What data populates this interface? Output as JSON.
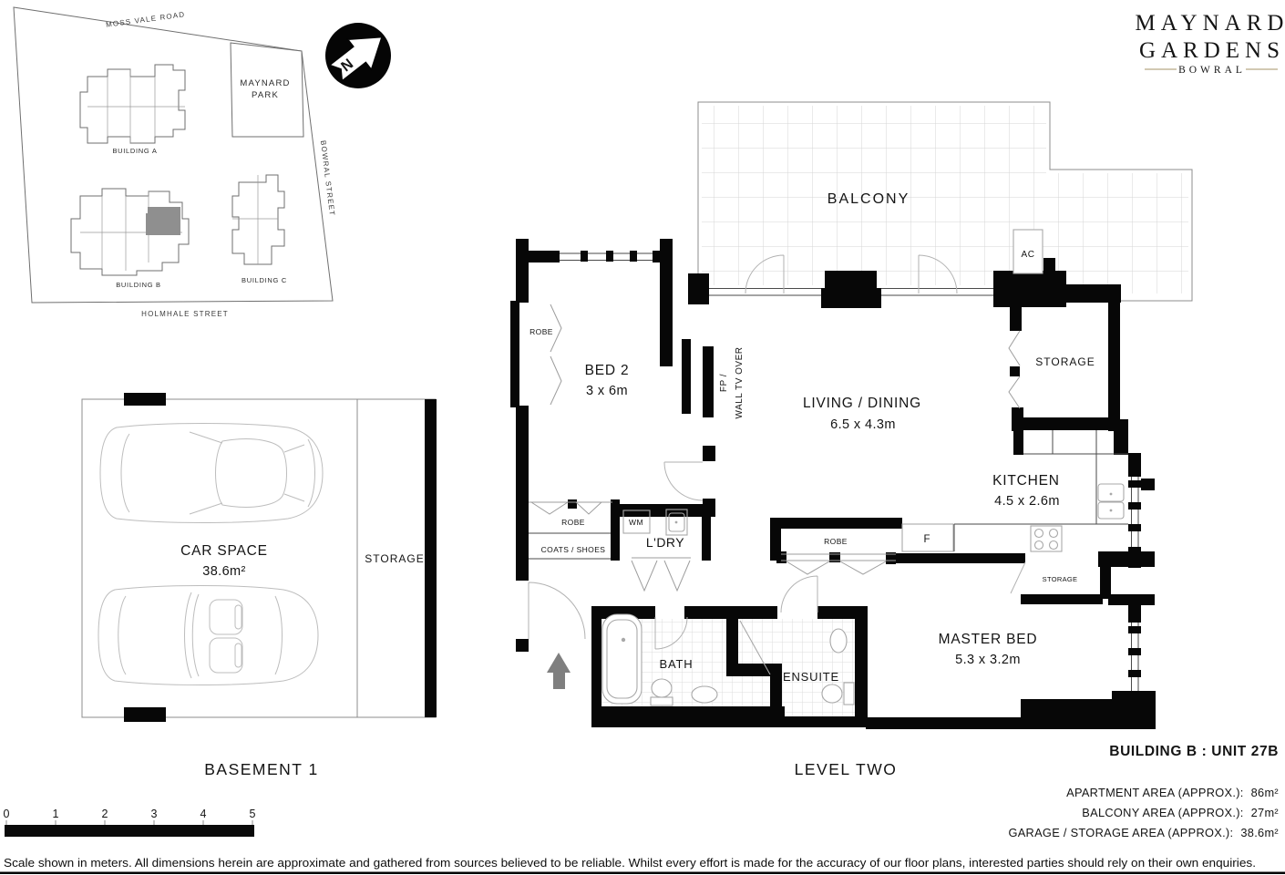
{
  "colors": {
    "wall": "#070707",
    "logo_gold": "#a49367",
    "unit_highlight": "#8f8f8f",
    "entry_arrow": "#7f7f7f"
  },
  "logo": {
    "name_line1": "MAYNARD",
    "name_line2": "GARDENS",
    "subtitle": "BOWRAL"
  },
  "north_arrow": {
    "label": "N"
  },
  "site_map": {
    "street_top": "MOSS VALE ROAD",
    "street_right": "BOWRAL STREET",
    "street_bottom": "HOLMHALE STREET",
    "park_line1": "MAYNARD",
    "park_line2": "PARK",
    "building_a": "BUILDING A",
    "building_b": "BUILDING B",
    "building_c": "BUILDING C"
  },
  "floor_plan": {
    "title": "LEVEL TWO",
    "balcony": "BALCONY",
    "ac": "AC",
    "bed2_name": "BED 2",
    "bed2_dims": "3 x 6m",
    "living_name": "LIVING / DINING",
    "living_dims": "6.5 x 4.3m",
    "kitchen_name": "KITCHEN",
    "kitchen_dims": "4.5 x 2.6m",
    "master_name": "MASTER BED",
    "master_dims": "5.3 x 3.2m",
    "bath": "BATH",
    "ensuite": "ENSUITE",
    "laundry": "L'DRY",
    "robe": "ROBE",
    "coats": "COATS / SHOES",
    "wm": "WM",
    "fridge": "F",
    "storage": "STORAGE",
    "fp_line1": "FP /",
    "fp_line2": "WALL TV OVER"
  },
  "basement": {
    "title": "BASEMENT 1",
    "car_space": "CAR SPACE",
    "car_area": "38.6m²",
    "storage": "STORAGE"
  },
  "unit_info": {
    "title": "BUILDING B : UNIT 27B",
    "rows": [
      {
        "label": "APARTMENT AREA (APPROX.):",
        "value": "86m²"
      },
      {
        "label": "BALCONY AREA (APPROX.):",
        "value": "27m²"
      },
      {
        "label": "GARAGE / STORAGE AREA (APPROX.):",
        "value": "38.6m²"
      }
    ]
  },
  "scale_bar": {
    "ticks": [
      "0",
      "1",
      "2",
      "3",
      "4",
      "5"
    ]
  },
  "disclaimer": "Scale shown in meters. All dimensions herein are approximate and gathered from sources believed to be  reliable. Whilst every effort is made for the accuracy of our floor plans, interested parties should rely on their own enquiries."
}
